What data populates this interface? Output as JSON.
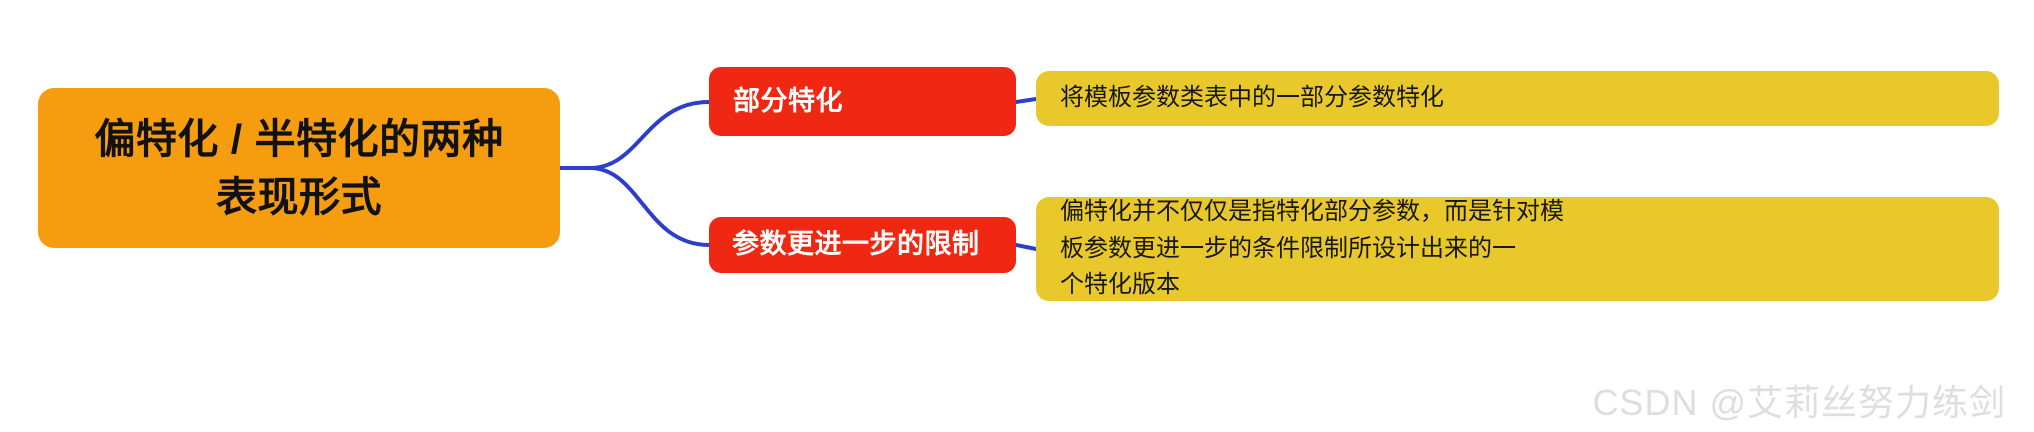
{
  "meta": {
    "colors": {
      "background": "#FFFFFF",
      "root_fill": "#F59D0E",
      "branch_fill": "#F02713",
      "leaf_fill": "#E8C82A",
      "connector": "#2B3FCB",
      "root_text": "#111111",
      "branch_text": "#FFFFFF",
      "leaf_text": "#171717",
      "watermark_text": "#DEDEDE"
    }
  },
  "mindmap": {
    "root": {
      "label": "偏特化 / 半特化的两种\n表现形式"
    },
    "branches": [
      {
        "label": "部分特化",
        "leaf": "将模板参数类表中的一部分参数特化"
      },
      {
        "label": "参数更进一步的限制",
        "leaf": "偏特化并不仅仅是指特化部分参数，而是针对模\n板参数更进一步的条件限制所设计出来的一\n个特化版本"
      }
    ]
  },
  "watermark": {
    "text": "CSDN @艾莉丝努力练剑"
  }
}
